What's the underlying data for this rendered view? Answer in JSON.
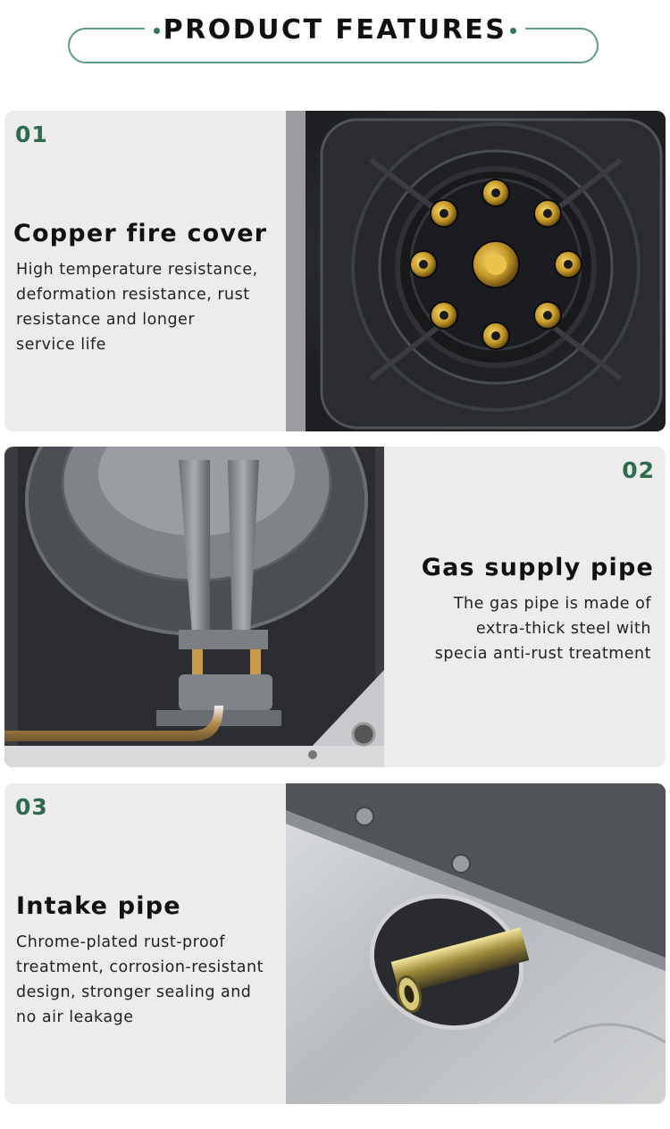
{
  "header": {
    "title": "PRODUCT FEATURES"
  },
  "features": [
    {
      "number": "01",
      "title": "Copper fire cover",
      "description_lines": [
        "High temperature resistance,",
        "deformation resistance, rust",
        "resistance and longer",
        "service life"
      ]
    },
    {
      "number": "02",
      "title": "Gas supply pipe",
      "description_lines": [
        "The gas pipe is made of",
        "extra-thick steel with",
        "specia anti-rust treatment"
      ]
    },
    {
      "number": "03",
      "title": "Intake pipe",
      "description_lines": [
        "Chrome-plated rust-proof",
        "treatment, corrosion-resistant",
        "design, stronger sealing and",
        "no air leakage"
      ]
    }
  ],
  "colors": {
    "accent": "#2d6b4c",
    "pill_border": "#5d9c7e",
    "card_bg": "#ececec"
  }
}
